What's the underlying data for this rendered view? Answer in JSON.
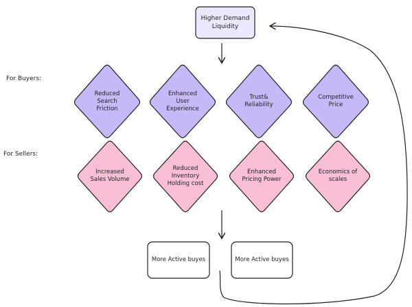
{
  "top_node": {
    "label": "Higher Demand\nLiquidity",
    "fill": "#ece8ff",
    "stroke": "#1e1e1e"
  },
  "buyers": {
    "label": "For Buyers:",
    "fill": "#c7b8f7",
    "stroke": "#1e1e1e",
    "items": [
      "Reduced\nSearch\nFriction",
      "Enhanced\nUser\nExperience",
      "Trust&\nReliability",
      "Competitive\nPrice"
    ]
  },
  "sellers": {
    "label": "For Sellers:",
    "fill": "#f9bfd6",
    "stroke": "#1e1e1e",
    "items": [
      "Increased\nSales Volume",
      "Reduced\nInventory\nHolding cost",
      "Enhanced\nPricing Power",
      "Economics of\nscales"
    ]
  },
  "bottom_nodes": [
    {
      "label": "More Active buyes"
    },
    {
      "label": "More Active buyes"
    }
  ],
  "colors": {
    "stroke": "#1e1e1e",
    "box_fill": "#ffffff"
  }
}
